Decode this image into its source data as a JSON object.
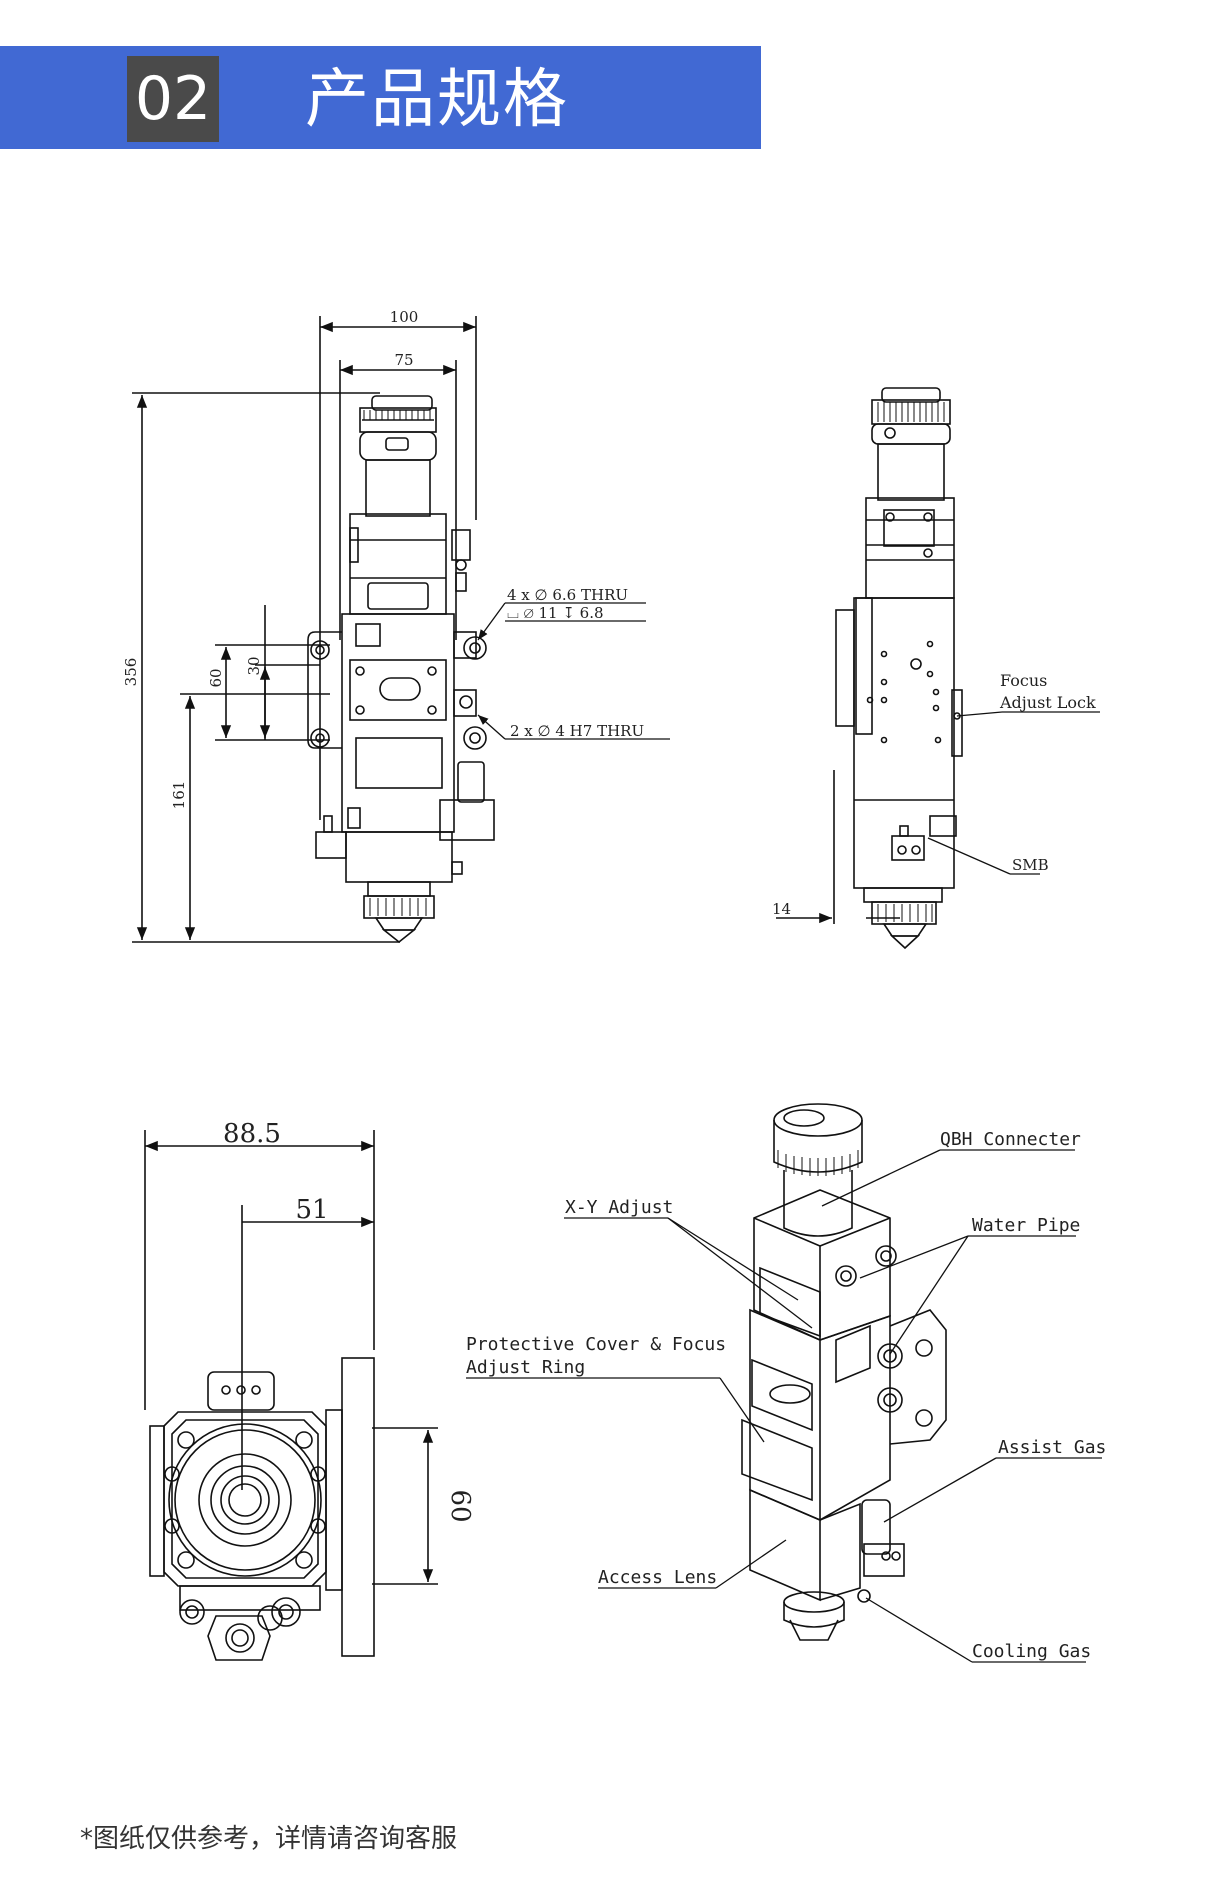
{
  "header": {
    "number": "02",
    "title": "产品规格"
  },
  "front_view": {
    "dims": {
      "width_total": "100",
      "width_inner": "75",
      "height_total": "356",
      "height_lower": "161",
      "hole_span_60": "60",
      "hole_span_30": "30"
    },
    "callouts": {
      "thru_holes": "4 x ∅ 6.6 THRU",
      "counterbore": "⌴ ∅ 11 ↧ 6.8",
      "pin_holes": "2 x ∅ 4  H7 THRU"
    }
  },
  "side_view": {
    "dims": {
      "offset": "14"
    },
    "callouts": {
      "focus_lock_1": "Focus",
      "focus_lock_2": "Adjust Lock",
      "smb": "SMB"
    }
  },
  "top_view": {
    "dims": {
      "width_total": "88.5",
      "width_inner": "51",
      "mount_height": "60"
    }
  },
  "iso_view": {
    "callouts": {
      "qbh": "QBH Connecter",
      "xy": "X-Y Adjust",
      "water": "Water Pipe",
      "cover_1": "Protective Cover & Focus",
      "cover_2": "Adjust Ring",
      "assist": "Assist Gas",
      "lens": "Access Lens",
      "cooling": "Cooling Gas"
    }
  },
  "footnote": "*图纸仅供参考，详情请咨询客服"
}
